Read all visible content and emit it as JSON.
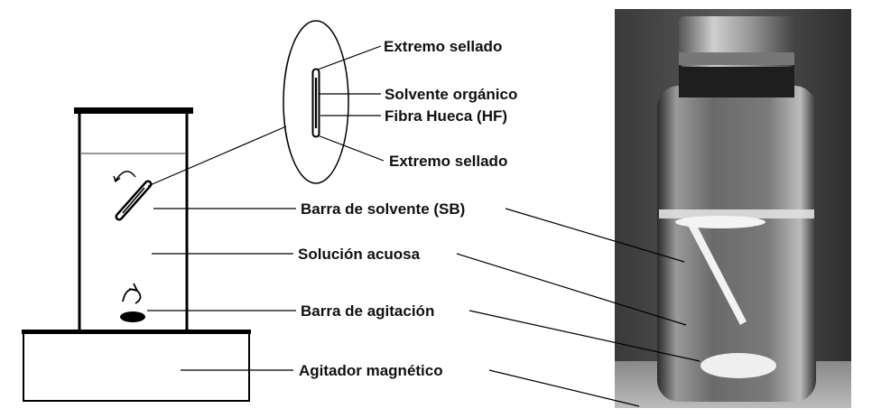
{
  "labels": {
    "sealed_end_top": "Extremo sellado",
    "organic_solvent": "Solvente orgánico",
    "hollow_fiber": "Fibra Hueca (HF)",
    "sealed_end_bottom": "Extremo sellado",
    "solvent_bar": "Barra de solvente (SB)",
    "aqueous_solution": "Solución acuosa",
    "stir_bar": "Barra de agitación",
    "magnetic_stirrer": "Agitador magnético"
  }
}
